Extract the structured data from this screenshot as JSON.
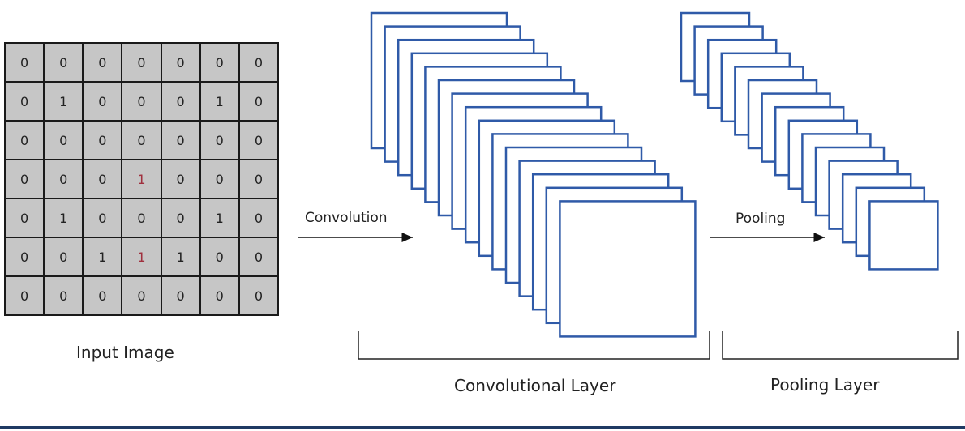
{
  "input_image": {
    "label": "Input Image",
    "grid": [
      [
        "0",
        "0",
        "0",
        "0",
        "0",
        "0",
        "0"
      ],
      [
        "0",
        "1",
        "0",
        "0",
        "0",
        "1",
        "0"
      ],
      [
        "0",
        "0",
        "0",
        "0",
        "0",
        "0",
        "0"
      ],
      [
        "0",
        "0",
        "0",
        "1",
        "0",
        "0",
        "0"
      ],
      [
        "0",
        "1",
        "0",
        "0",
        "0",
        "1",
        "0"
      ],
      [
        "0",
        "0",
        "1",
        "1",
        "1",
        "0",
        "0"
      ],
      [
        "0",
        "0",
        "0",
        "0",
        "0",
        "0",
        "0"
      ]
    ],
    "highlighted_cells": [
      [
        3,
        3
      ],
      [
        5,
        3
      ]
    ],
    "highlight_color": "#a0303e"
  },
  "arrows": {
    "convolution": "Convolution",
    "pooling": "Pooling"
  },
  "layers": {
    "convolutional": "Convolutional Layer",
    "pooling": "Pooling Layer"
  },
  "frame_color": "#2f5aa8"
}
